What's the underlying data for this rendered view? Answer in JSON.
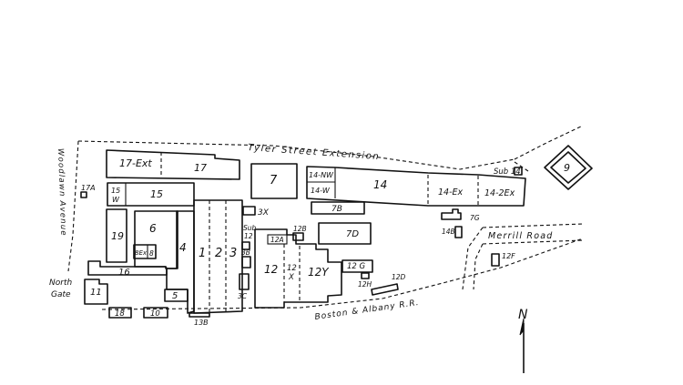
{
  "streets": {
    "tyler": "Tyler Street Extension",
    "woodlawn": "Woodlawn Avenue",
    "merrill": "Merrill Road",
    "railroad": "Boston & Albany R.R.",
    "north_gate": [
      "North",
      "Gate"
    ]
  },
  "north_arrow": {
    "label": "N"
  },
  "buildings": {
    "b17ext": "17-Ext",
    "b17": "17",
    "b7": "7",
    "b14nw": "14-NW",
    "b14w": "14-W",
    "b14": "14",
    "b14ex": "14-Ex",
    "b142ex": "14-2Ex",
    "sub14": "Sub 14",
    "b9": "9",
    "b17a": "17A",
    "b15w": [
      "15",
      "W"
    ],
    "b15": "15",
    "b3x": "3X",
    "b7b": "7B",
    "b6": "6",
    "b19": "19",
    "b8ex": "8Ex",
    "b8": "8",
    "b4": "4",
    "b1": "1",
    "b2": "2",
    "b3": "3",
    "sub12": [
      "Sub",
      "12"
    ],
    "b12a": "12A",
    "b12b": "12B",
    "b3b": "3B",
    "b7d": "7D",
    "b7g": "7G",
    "b14b": "14B",
    "b12": "12",
    "b12x": [
      "12",
      "X"
    ],
    "b12y": "12Y",
    "b12g": "12 G",
    "b12h": "12H",
    "b12d": "12D",
    "b12f": "12F",
    "b16": "16",
    "b11": "11",
    "b5": "5",
    "b3c": "3C",
    "b18": "18",
    "b10": "10",
    "b13b": "13B"
  }
}
